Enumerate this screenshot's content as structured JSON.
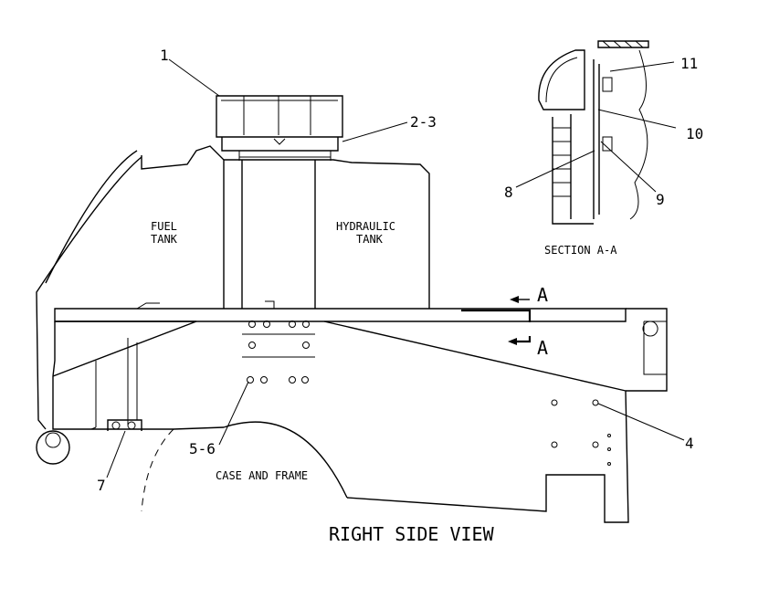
{
  "callouts": {
    "c1": "1",
    "c23": "2-3",
    "c4": "4",
    "c56": "5-6",
    "c7": "7",
    "c8": "8",
    "c9": "9",
    "c10": "10",
    "c11": "11"
  },
  "labels": {
    "fuel_tank_1": "FUEL",
    "fuel_tank_2": "TANK",
    "hydraulic_tank_1": "HYDRAULIC",
    "hydraulic_tank_2": "TANK",
    "case_frame": "CASE AND FRAME",
    "section_title": "SECTION A-A",
    "section_marker_top": "A",
    "section_marker_bottom": "A",
    "view_title": "RIGHT SIDE VIEW"
  }
}
